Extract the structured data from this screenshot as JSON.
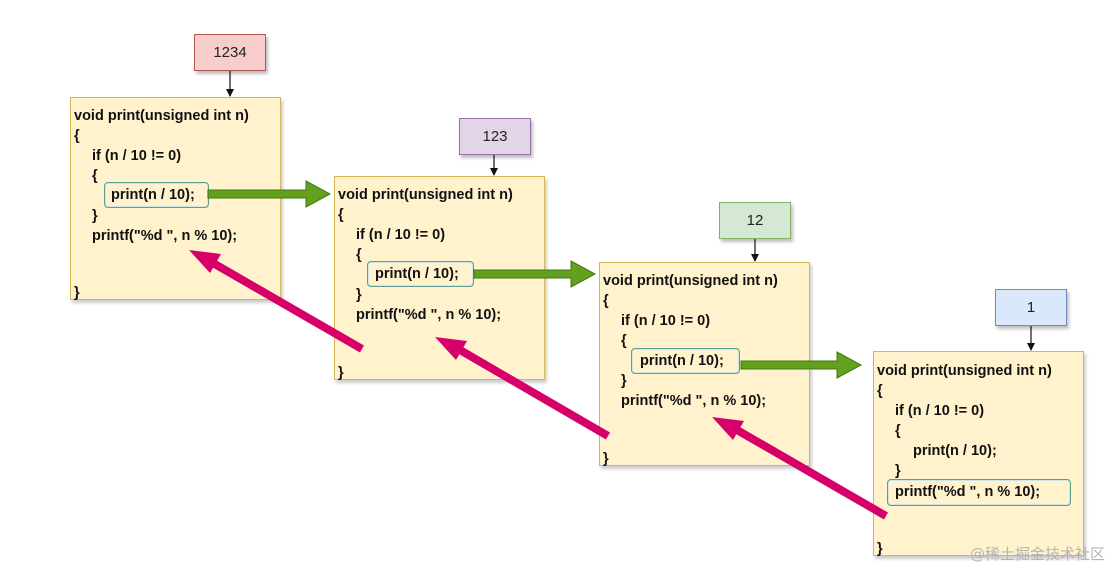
{
  "frames": [
    {
      "value": "1234",
      "lines": [
        "void print(unsigned int n)",
        "{",
        "if (n / 10 != 0)",
        "{",
        "print(n / 10);",
        "}",
        "printf(\"%d \", n % 10);",
        "}"
      ]
    },
    {
      "value": "123",
      "lines": [
        "void print(unsigned int n)",
        "{",
        "if (n / 10 != 0)",
        "{",
        "print(n / 10);",
        "}",
        "printf(\"%d \", n % 10);",
        "}"
      ]
    },
    {
      "value": "12",
      "lines": [
        "void print(unsigned int n)",
        "{",
        "if (n / 10 != 0)",
        "{",
        "print(n / 10);",
        "}",
        "printf(\"%d \", n % 10);",
        "}"
      ]
    },
    {
      "value": "1",
      "lines": [
        "void print(unsigned int n)",
        "{",
        "if (n / 10 != 0)",
        "{",
        "print(n / 10);",
        "}",
        "printf(\"%d \", n % 10);",
        "}"
      ]
    }
  ],
  "watermark": "@稀土掘金技术社区",
  "colors": {
    "call_arrow": "#5e9f1e",
    "return_arrow": "#d6006b",
    "code_fill": "#fff2cc",
    "code_border": "#d6b656",
    "highlight_border": "#5a9e94"
  }
}
